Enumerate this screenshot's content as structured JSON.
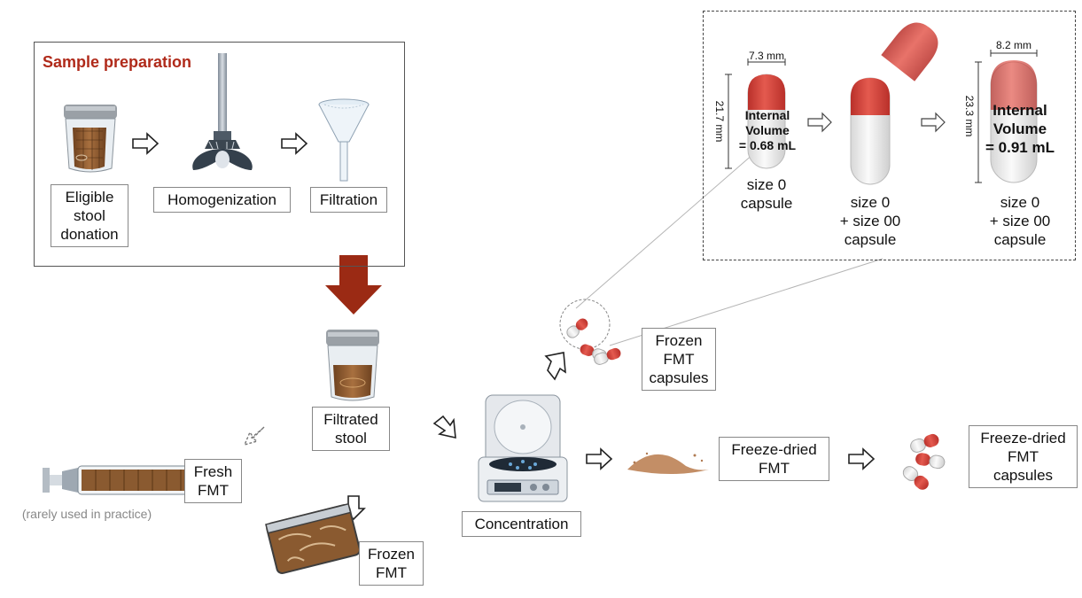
{
  "sample_prep": {
    "title": "Sample preparation",
    "steps": [
      "Eligible\nstool\ndonation",
      "Homogenization",
      "Filtration"
    ]
  },
  "filtrated_stool": "Filtrated\nstool",
  "fresh_fmt": "Fresh\nFMT",
  "fresh_note": "(rarely used in practice)",
  "frozen_fmt": "Frozen\nFMT",
  "concentration": "Concentration",
  "frozen_capsules": "Frozen\nFMT\ncapsules",
  "freeze_dried_fmt": "Freeze-dried\nFMT",
  "freeze_dried_capsules": "Freeze-dried\nFMT\ncapsules",
  "zoom": {
    "cap1": {
      "width": "7.3 mm",
      "height": "21.7 mm",
      "volume": "Internal\nVolume\n= 0.68 mL",
      "caption": "size 0\ncapsule"
    },
    "cap2": {
      "caption": "size 0\n+ size 00\ncapsule"
    },
    "cap3": {
      "width": "8.2 mm",
      "height": "23.3 mm",
      "volume": "Internal\nVolume\n= 0.91 mL",
      "caption": "size 0\n+ size 00\ncapsule"
    }
  },
  "colors": {
    "accent_red": "#b02a1a",
    "capsule_red": "#d9443a",
    "stool_brown": "#8a5a30",
    "arrow_dark_red": "#9b2a14"
  }
}
